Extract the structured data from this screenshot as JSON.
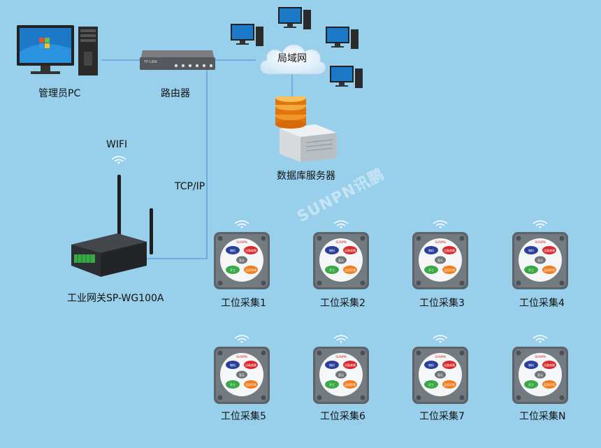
{
  "nodes": {
    "admin_pc": "管理员PC",
    "router": "路由器",
    "router_brand": "TP-LINK",
    "lan": "局域网",
    "db_server": "数据库服务器",
    "wifi": "WIFI",
    "tcpip": "TCP/IP",
    "gateway": "工业网关SP-WG100A"
  },
  "watermark": "SUNPN讯鹏",
  "terminal_logo": "SUNPN",
  "terminal_buttons": [
    "物料",
    "设备故障",
    "暂无",
    "开工",
    "品质异常"
  ],
  "stations": [
    "工位采集1",
    "工位采集2",
    "工位采集3",
    "工位采集4",
    "工位采集5",
    "工位采集6",
    "工位采集7",
    "工位采集N"
  ],
  "colors": {
    "background": "#98cfeb",
    "wire": "#4a8ad8",
    "btn_blue": "#2a3f9a",
    "btn_red": "#d8292f",
    "btn_gray": "#6e7478",
    "btn_green": "#3aa845",
    "btn_orange": "#f07d1e"
  }
}
